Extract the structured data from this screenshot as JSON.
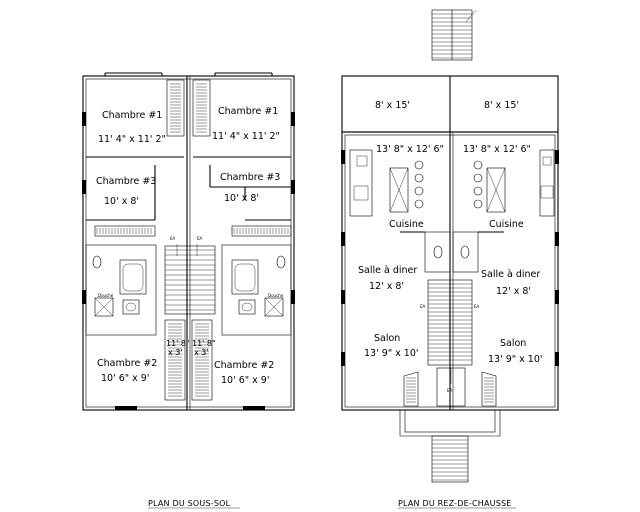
{
  "basement": {
    "caption": "PLAN DU SOUS-SOL",
    "rooms": {
      "bedroom1_left": {
        "name": "Chambre #1",
        "size": "11' 4\" x 11' 2\""
      },
      "bedroom1_right": {
        "name": "Chambre #1",
        "size": "11' 4\" x 11' 2\""
      },
      "bedroom3_left": {
        "name": "Chambre #3",
        "size": "10' x 8'"
      },
      "bedroom3_right": {
        "name": "Chambre #3",
        "size": "10' x 8'"
      },
      "bedroom2_left": {
        "name": "Chambre #2",
        "size": "10' 6\" x 9'"
      },
      "bedroom2_right": {
        "name": "Chambre #2",
        "size": "10' 6\" x 9'"
      },
      "closet_left": {
        "size": "11' 8\"",
        "size2": "x 3'"
      },
      "closet_right": {
        "size": "11' 8\"",
        "size2": "x 3'"
      }
    },
    "tags": {
      "shower": "Douche",
      "stair": "EA"
    }
  },
  "ground": {
    "caption": "PLAN DU REZ-DE-CHAUSSE",
    "rooms": {
      "balcony_left": {
        "size": "8' x 15'"
      },
      "balcony_right": {
        "size": "8' x 15'"
      },
      "kitchen_left": {
        "name": "Cuisine",
        "size": "13' 8\" x 12' 6\""
      },
      "kitchen_right": {
        "name": "Cuisine",
        "size": "13' 8\" x 12' 6\""
      },
      "dining_left": {
        "name": "Salle à diner",
        "size": "12' x 8'"
      },
      "dining_right": {
        "name": "Salle à diner",
        "size": "12' x 8'"
      },
      "living_left": {
        "name": "Salon",
        "size": "13' 9\" x 10'"
      },
      "living_right": {
        "name": "Salon",
        "size": "13' 9\" x 10'"
      }
    },
    "tags": {
      "stair": "EA"
    }
  }
}
